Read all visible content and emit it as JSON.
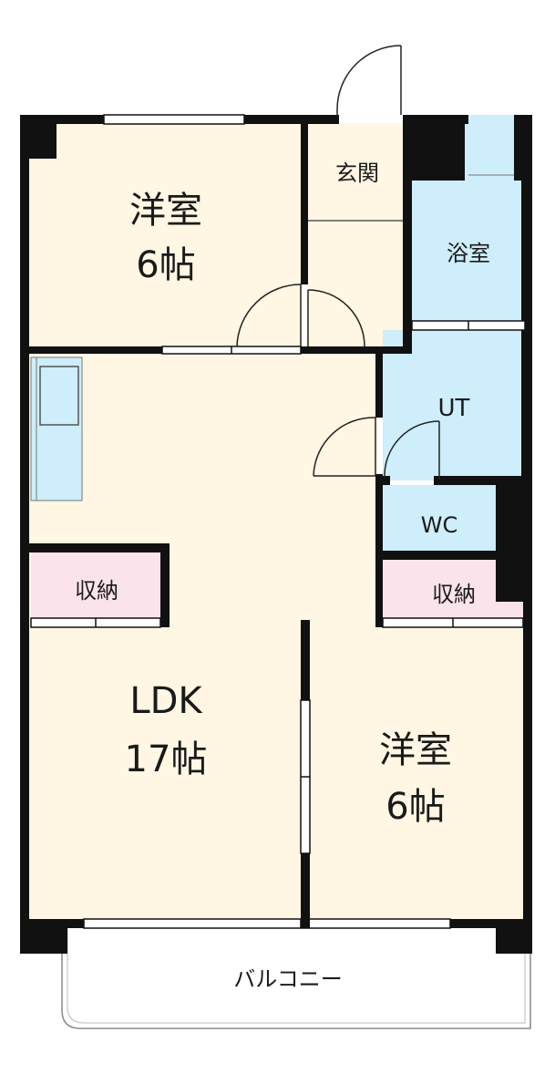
{
  "rooms": {
    "western_top": {
      "name": "洋室",
      "size": "6帖"
    },
    "entrance": {
      "name": "玄関"
    },
    "bathroom": {
      "name": "浴室"
    },
    "utility": {
      "name": "UT"
    },
    "toilet": {
      "name": "WC"
    },
    "storage_left": {
      "name": "収納"
    },
    "storage_right": {
      "name": "収納"
    },
    "ldk": {
      "name": "LDK",
      "size": "17帖"
    },
    "western_bottom": {
      "name": "洋室",
      "size": "6帖"
    },
    "balcony": {
      "name": "バルコニー"
    }
  },
  "colors": {
    "room_fill": "#fff6e3",
    "wet_fill": "#cdeefa",
    "storage_fill": "#fbe3ec",
    "wall": "#111111",
    "window": "#ffffff"
  }
}
